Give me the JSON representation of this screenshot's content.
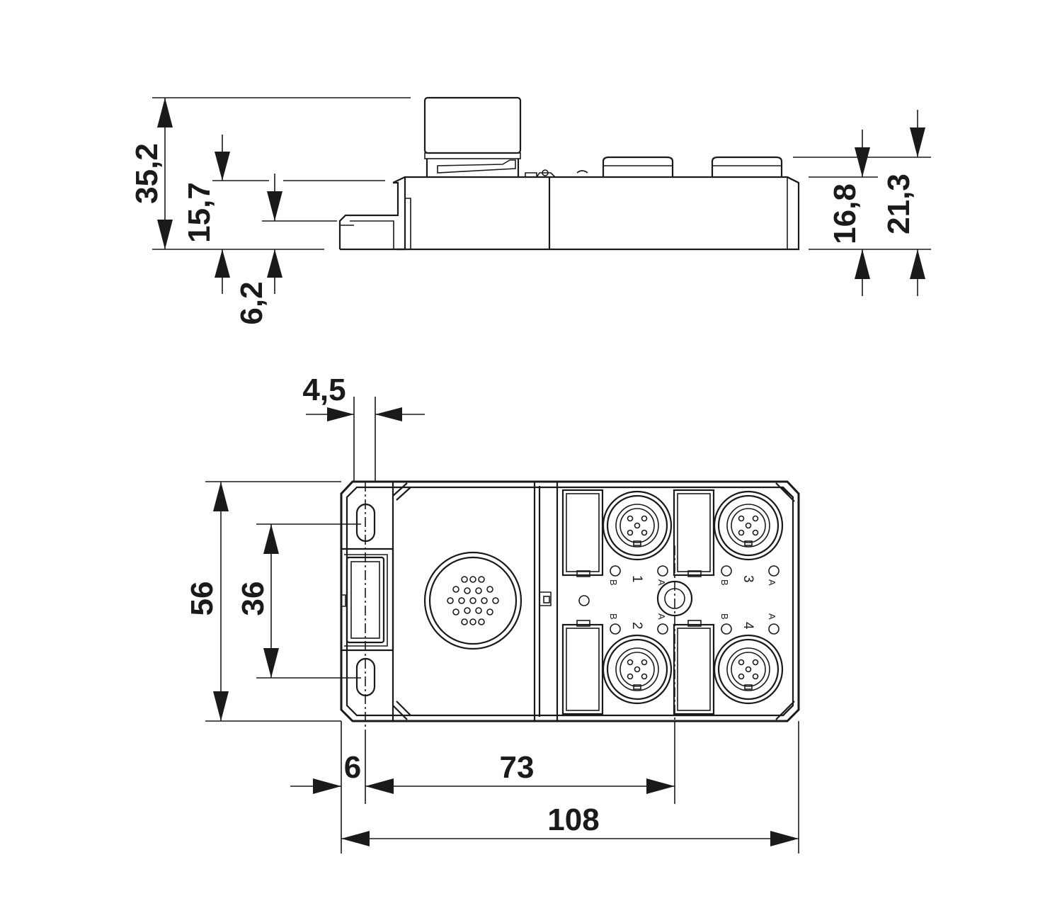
{
  "dimensions": {
    "total_height": "35,2",
    "connector_base_height": "15,7",
    "flange_height": "6,2",
    "body_height": "16,8",
    "body_total_height": "21,3",
    "slot_width": "4,5",
    "width": "56",
    "hole_spacing": "36",
    "hole_offset": "6",
    "center_distance": "73",
    "length": "108"
  },
  "ports": {
    "port1": "1",
    "port2": "2",
    "port3": "3",
    "port4": "4",
    "led_a": "A",
    "led_b": "B"
  }
}
